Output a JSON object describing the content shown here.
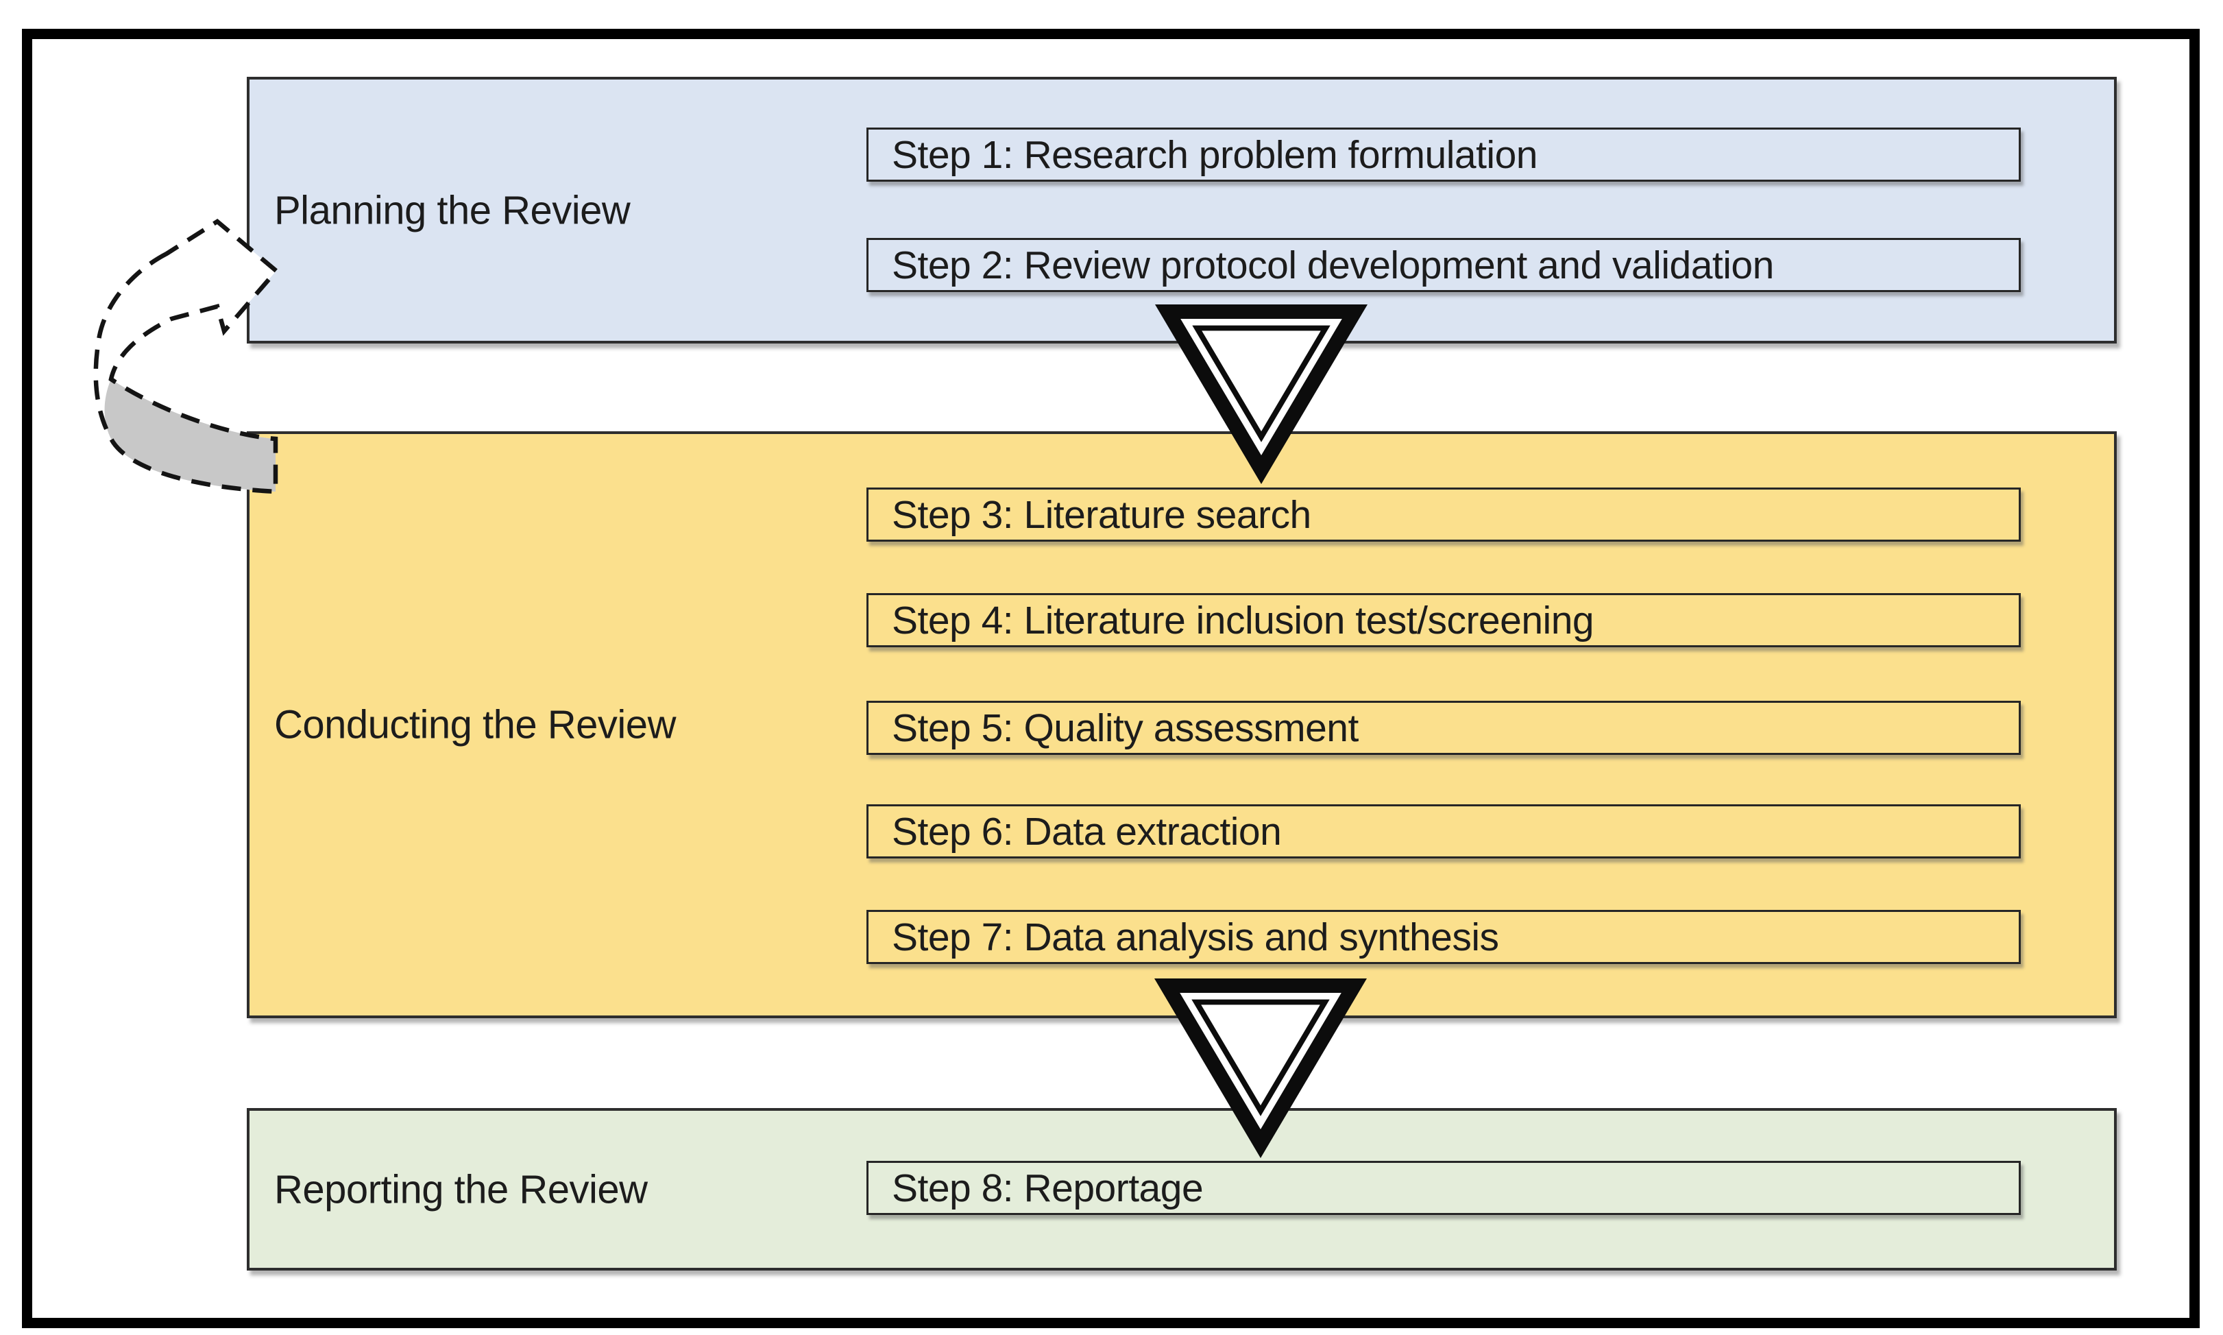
{
  "diagram": {
    "phases": [
      {
        "label": "Planning the Review",
        "steps": [
          "Step 1: Research problem formulation",
          "Step 2: Review protocol development and validation"
        ]
      },
      {
        "label": "Conducting the Review",
        "steps": [
          "Step 3: Literature search",
          "Step 4: Literature inclusion test/screening",
          "Step 5: Quality assessment",
          "Step 6: Data extraction",
          "Step 7: Data analysis and synthesis"
        ]
      },
      {
        "label": "Reporting the Review",
        "steps": [
          "Step 8: Reportage"
        ]
      }
    ],
    "colors": {
      "planning_fill": "#dbe4f2",
      "conducting_fill": "#fbe08d",
      "reporting_fill": "#e4edda",
      "arrow_tail_fill": "#c8c8c8",
      "connector_black": "#0c0c0c",
      "box_border": "#262626",
      "frame_border": "#000000",
      "text": "#1c1c1c"
    },
    "connectors": {
      "between_planning_conducting": "triangle-down-arrow",
      "between_conducting_reporting": "triangle-down-arrow",
      "conducting_to_planning": "dashed-curved-feedback-arrow"
    }
  }
}
